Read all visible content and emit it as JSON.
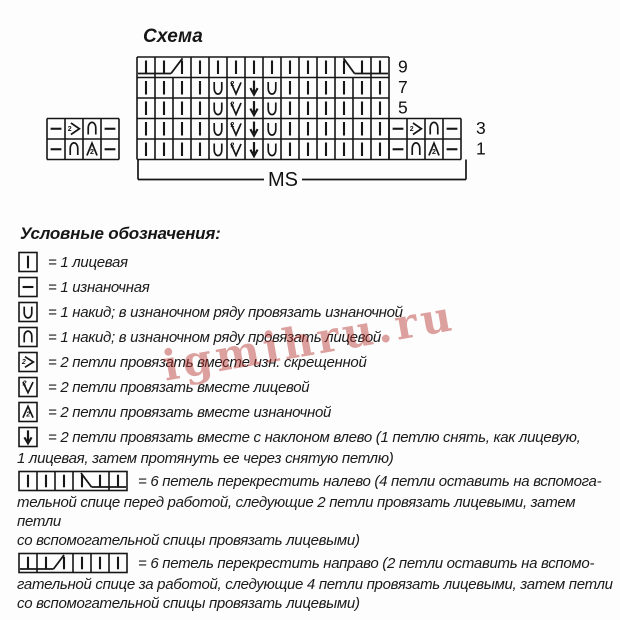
{
  "title": "Схема",
  "chart": {
    "ms_label": "MS",
    "main_cols": 14,
    "rows": [
      {
        "num": "9",
        "main": [
          "k",
          "k",
          "k",
          "k",
          "k",
          "k",
          "k",
          "k",
          "k",
          "k",
          "k",
          "k",
          "k",
          "k"
        ],
        "cables": [
          {
            "start": 0,
            "len": 6,
            "dir": "right"
          },
          {
            "start": 8,
            "len": 6,
            "dir": "left"
          }
        ]
      },
      {
        "num": "7",
        "main": [
          "k",
          "k",
          "k",
          "k",
          "yo_u",
          "k2tog",
          "skp",
          "yo_u",
          "k",
          "k",
          "k",
          "k",
          "k",
          "k"
        ]
      },
      {
        "num": "5",
        "main": [
          "k",
          "k",
          "k",
          "k",
          "yo_u",
          "k2tog",
          "skp",
          "yo_u",
          "k",
          "k",
          "k",
          "k",
          "k",
          "k"
        ]
      },
      {
        "num": "3",
        "left": [
          "p",
          "p2tog_tbl",
          "yo_n",
          "p"
        ],
        "main": [
          "k",
          "k",
          "k",
          "k",
          "yo_u",
          "k2tog",
          "skp",
          "yo_u",
          "k",
          "k",
          "k",
          "k",
          "k",
          "k"
        ],
        "right": [
          "p",
          "p2tog_tbl",
          "yo_n",
          "p"
        ]
      },
      {
        "num": "1",
        "left": [
          "p",
          "yo_n",
          "p2tog",
          "p"
        ],
        "main": [
          "k",
          "k",
          "k",
          "k",
          "yo_u",
          "k2tog",
          "skp",
          "yo_u",
          "k",
          "k",
          "k",
          "k",
          "k",
          "k"
        ],
        "right": [
          "p",
          "yo_n",
          "p2tog",
          "p"
        ]
      }
    ]
  },
  "legend": {
    "heading": "Условные обозначения:",
    "items": [
      {
        "symbol": "k",
        "lines": [
          "= 1 лицевая"
        ]
      },
      {
        "symbol": "p",
        "lines": [
          "= 1 изнаночная"
        ]
      },
      {
        "symbol": "yo_u",
        "lines": [
          "= 1 накид; в изнаночном ряду провязать изнаночной"
        ]
      },
      {
        "symbol": "yo_n",
        "lines": [
          "= 1 накид; в изнаночном ряду провязать лицевой"
        ]
      },
      {
        "symbol": "p2tog_tbl",
        "lines": [
          "= 2 петли провязать вместе изн. скрещенной"
        ]
      },
      {
        "symbol": "k2tog",
        "lines": [
          "= 2 петли провязать вместе лицевой"
        ]
      },
      {
        "symbol": "p2tog",
        "lines": [
          "= 2 петли провязать вместе изнаночной"
        ]
      },
      {
        "symbol": "skp",
        "lines": [
          "= 2 петли провязать вместе с наклоном влево (1 петлю снять, как лицевую,",
          "1 лицевая, затем протянуть ее через снятую петлю)"
        ]
      },
      {
        "symbol": "cable_left",
        "lines": [
          "= 6 петель перекрестить налево (4 петли оставить на вспомога-",
          "тельной спице перед работой, следующие 2 петли провязать лицевыми, затем петли",
          "со вспомогательной спицы провязать лицевыми)"
        ]
      },
      {
        "symbol": "cable_right",
        "lines": [
          "= 6 петель перекрестить направо (2 петли оставить на вспомо-",
          "гательной спице за работой, следующие 4 петли провязать лицевыми, затем петли",
          "со вспомогательной спицы провязать лицевыми)"
        ]
      }
    ]
  },
  "watermark": {
    "text": "igmihru.ru",
    "color": "#b5332c"
  }
}
